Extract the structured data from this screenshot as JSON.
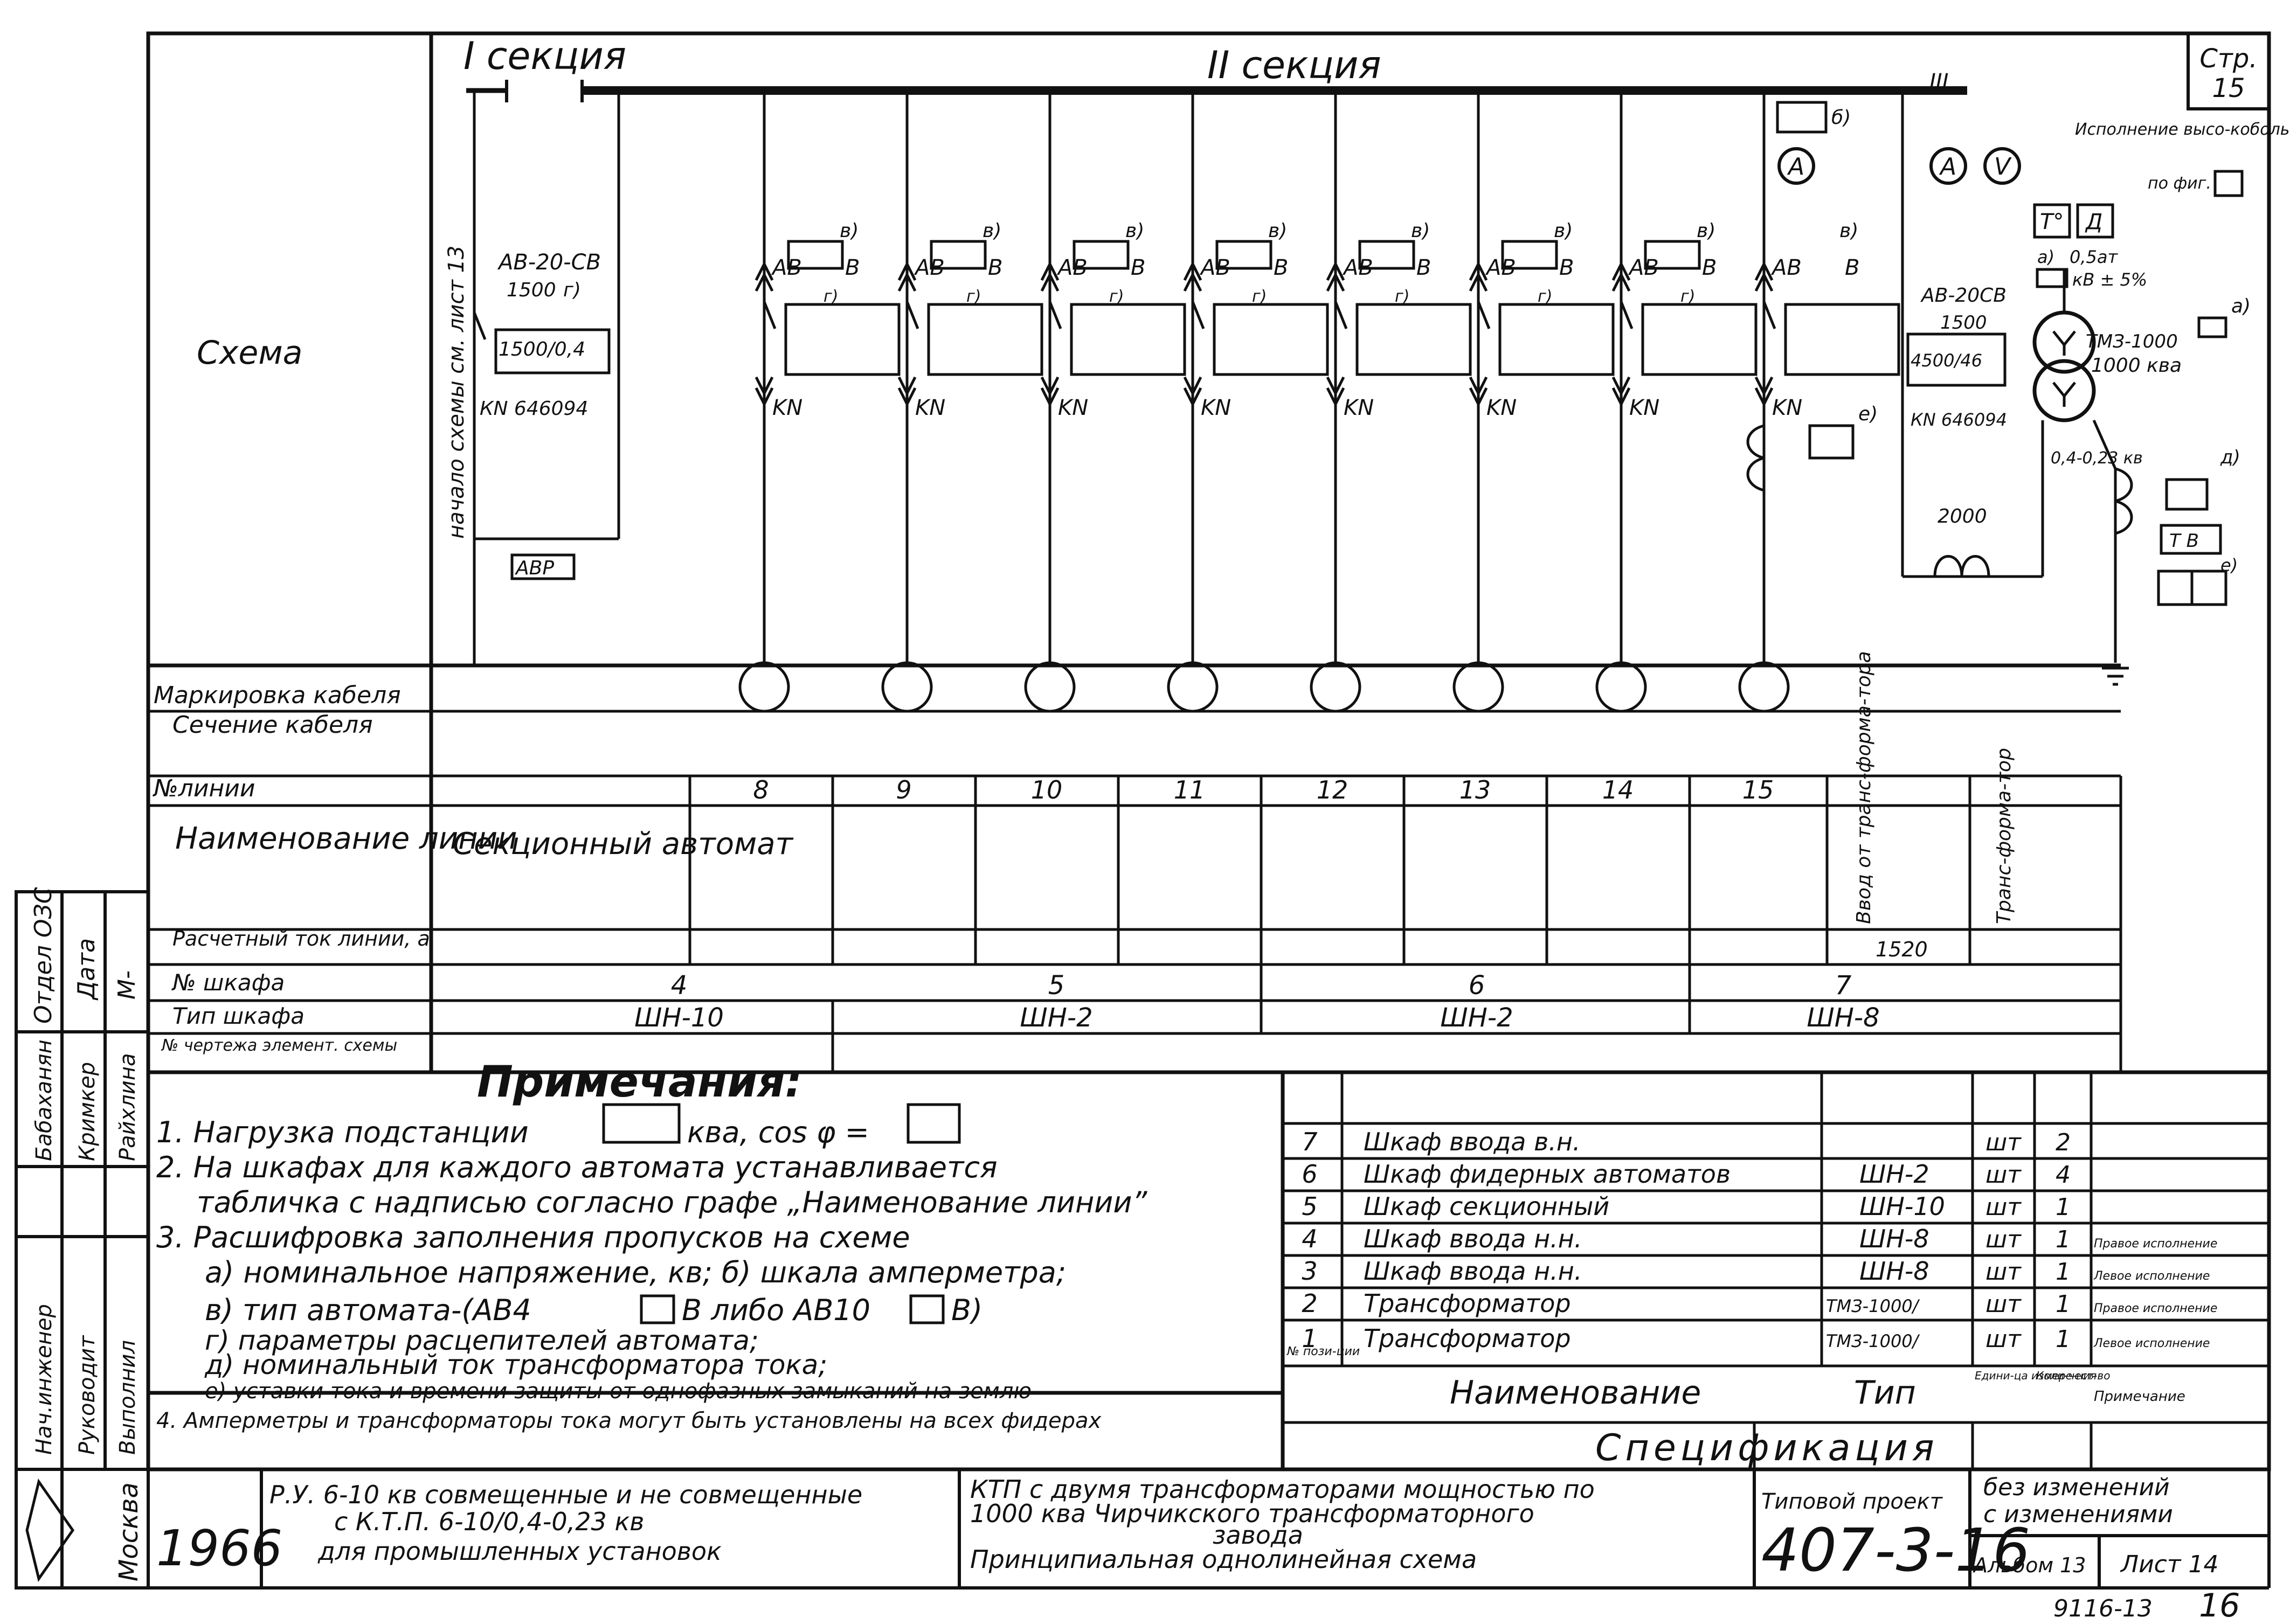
{
  "page": {
    "number_label": "Стр.",
    "number": "15"
  },
  "bus": {
    "section1": "I секция",
    "section2": "II секция",
    "end_mark": "III"
  },
  "left_labels": {
    "scheme": "Схема",
    "start_note": "начало схемы см. лист 13",
    "avr": "АВР"
  },
  "sect_breaker": {
    "type": "АВ-20-СВ",
    "rating": "1500",
    "mark": "г)",
    "setting": "1500/0,4",
    "relay": "КN 646094"
  },
  "feeder": {
    "breaker": "АВ",
    "b_letter": "В",
    "mark_v": "в)",
    "mark_g": "г)",
    "relay": "KN"
  },
  "incomer": {
    "breaker": "АВ-20СВ",
    "rating": "1500",
    "setting": "4500/46",
    "relay": "КN 646094",
    "ct": "2000",
    "mark_b": "б)",
    "mark_e": "е)"
  },
  "meters": {
    "ammeter": "A",
    "voltmeter": "V"
  },
  "transformer": {
    "type": "ТМЗ-1000",
    "power": "1000 ква",
    "voltage": "0,4-0,23 кв",
    "hv_note": "Исполнение высо-кобольтного ввода",
    "fig_label": "по фиг.",
    "temp": "T°",
    "press": "Д",
    "mark_a": "а)",
    "pressure": "0,5ат",
    "tap": "кВ ± 5%",
    "mark_d": "д)",
    "tb": "Т В",
    "mark_e": "е)"
  },
  "table": {
    "rows": [
      "Маркировка кабеля",
      "Сечение кабеля",
      "№линии",
      "Наименование линии",
      "Расчетный ток линии, а",
      "№ шкафа",
      "Тип шкафа",
      "№ чертежа элемент. схемы"
    ],
    "sect_name": "Секционный автомат",
    "lines": [
      "8",
      "9",
      "10",
      "11",
      "12",
      "13",
      "14",
      "15"
    ],
    "incomer_name": "Ввод от транс-форма-тора",
    "trans_name": "Транс-форма-тор",
    "incomer_current": "1520",
    "cabinets": [
      {
        "no": "4",
        "type": "ШН-10"
      },
      {
        "no": "5",
        "type": "ШН-2"
      },
      {
        "no": "6",
        "type": "ШН-2"
      },
      {
        "no": "7",
        "type": "ШН-8"
      }
    ]
  },
  "notes": {
    "title": "Примечания:",
    "items": [
      "1. Нагрузка подстанции",
      "ква, cos φ =",
      "2. На шкафах для каждого автомата устанавливается",
      "табличка с надписью согласно графе „Наименование линии”",
      "3. Расшифровка заполнения пропусков на схеме",
      "а) номинальное напряжение, кв;  б) шкала амперметра;",
      "в) тип автомата-(АВ4",
      "В либо АВ10",
      "В)",
      "г) параметры расцепителей автомата;",
      "д) номинальный ток трансформатора тока;",
      "е) уставки тока и времени защиты от однофазных замыканий на землю",
      "4. Амперметры и трансформаторы тока могут быть установлены на всех фидерах"
    ]
  },
  "spec": {
    "title": "Спецификация",
    "header": {
      "no": "№ пози-ции",
      "name": "Наименование",
      "type": "Тип",
      "unit": "Едини-ца измере-ния",
      "qty": "Коли-чест-во",
      "note": "Примечание"
    },
    "rows": [
      {
        "no": "7",
        "name": "Шкаф ввода в.н.",
        "type": "",
        "unit": "шт",
        "qty": "2",
        "note": ""
      },
      {
        "no": "6",
        "name": "Шкаф фидерных автоматов",
        "type": "ШН-2",
        "unit": "шт",
        "qty": "4",
        "note": ""
      },
      {
        "no": "5",
        "name": "Шкаф секционный",
        "type": "ШН-10",
        "unit": "шт",
        "qty": "1",
        "note": ""
      },
      {
        "no": "4",
        "name": "Шкаф ввода н.н.",
        "type": "ШН-8",
        "unit": "шт",
        "qty": "1",
        "note": "Правое исполнение"
      },
      {
        "no": "3",
        "name": "Шкаф ввода н.н.",
        "type": "ШН-8",
        "unit": "шт",
        "qty": "1",
        "note": "Левое исполнение"
      },
      {
        "no": "2",
        "name": "Трансформатор",
        "type": "ТМЗ-1000/",
        "unit": "шт",
        "qty": "1",
        "note": "Правое исполнение"
      },
      {
        "no": "1",
        "name": "Трансформатор",
        "type": "ТМЗ-1000/",
        "unit": "шт",
        "qty": "1",
        "note": "Левое исполнение"
      }
    ]
  },
  "stamp": {
    "side": [
      "Отдел ОЗС",
      "Дата",
      "М-",
      "Бабаханян",
      "Кримкер",
      "Райхлина",
      "Нач.инженер",
      "Руководит",
      "Выполнил"
    ],
    "org": "Москва",
    "year": "1966",
    "title1": [
      "Р.У. 6-10 кв совмещенные и не совмещенные",
      "с К.Т.П. 6-10/0,4-0,23 кв",
      "для промышленных установок"
    ],
    "title2": [
      "КТП с двумя трансформаторами мощностью по",
      "1000 ква Чирчикского трансформаторного",
      "завода",
      "Принципиальная однолинейная схема"
    ],
    "project_label": "Типовой проект",
    "project": "407-3-16",
    "changes": [
      "без изменений",
      "с изменениями"
    ],
    "album": "Альбом 13",
    "sheet": "Лист 14",
    "footer": "9116-13",
    "footer_page": "16"
  }
}
